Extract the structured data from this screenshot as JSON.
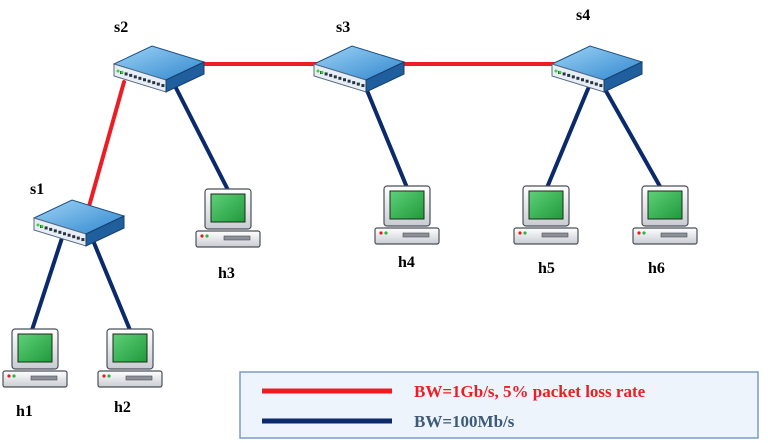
{
  "colors": {
    "fast_link": "#ee1c24",
    "slow_link": "#0b2a6b",
    "switch_top": "#4aa3e0",
    "switch_side": "#1f5f9e",
    "monitor_screen": "#2fb14a",
    "legend_bg": "#eef4fb",
    "legend_border": "#7a9cc6",
    "legend_text_slow": "#3d5a7a"
  },
  "nodes": {
    "switches": [
      {
        "id": "s1",
        "label": "s1"
      },
      {
        "id": "s2",
        "label": "s2"
      },
      {
        "id": "s3",
        "label": "s3"
      },
      {
        "id": "s4",
        "label": "s4"
      }
    ],
    "hosts": [
      {
        "id": "h1",
        "label": "h1"
      },
      {
        "id": "h2",
        "label": "h2"
      },
      {
        "id": "h3",
        "label": "h3"
      },
      {
        "id": "h4",
        "label": "h4"
      },
      {
        "id": "h5",
        "label": "h5"
      },
      {
        "id": "h6",
        "label": "h6"
      }
    ]
  },
  "links": [
    {
      "from": "s1",
      "to": "s2",
      "type": "fast"
    },
    {
      "from": "s2",
      "to": "s3",
      "type": "fast"
    },
    {
      "from": "s3",
      "to": "s4",
      "type": "fast"
    },
    {
      "from": "s1",
      "to": "h1",
      "type": "slow"
    },
    {
      "from": "s1",
      "to": "h2",
      "type": "slow"
    },
    {
      "from": "s2",
      "to": "h3",
      "type": "slow"
    },
    {
      "from": "s3",
      "to": "h4",
      "type": "slow"
    },
    {
      "from": "s4",
      "to": "h5",
      "type": "slow"
    },
    {
      "from": "s4",
      "to": "h6",
      "type": "slow"
    }
  ],
  "legend": {
    "fast_label": "BW=1Gb/s, 5% packet loss rate",
    "slow_label": "BW=100Mb/s"
  }
}
